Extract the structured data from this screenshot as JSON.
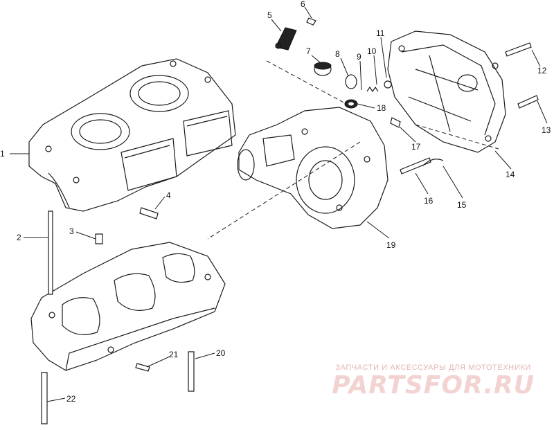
{
  "diagram": {
    "callouts": [
      {
        "id": "1",
        "label": "1"
      },
      {
        "id": "2",
        "label": "2"
      },
      {
        "id": "3",
        "label": "3"
      },
      {
        "id": "4",
        "label": "4"
      },
      {
        "id": "5",
        "label": "5"
      },
      {
        "id": "6",
        "label": "6"
      },
      {
        "id": "7",
        "label": "7"
      },
      {
        "id": "8",
        "label": "8"
      },
      {
        "id": "9",
        "label": "9"
      },
      {
        "id": "10",
        "label": "10"
      },
      {
        "id": "11",
        "label": "11"
      },
      {
        "id": "12",
        "label": "12"
      },
      {
        "id": "13",
        "label": "13"
      },
      {
        "id": "14",
        "label": "14"
      },
      {
        "id": "15",
        "label": "15"
      },
      {
        "id": "16",
        "label": "16"
      },
      {
        "id": "17",
        "label": "17"
      },
      {
        "id": "18",
        "label": "18"
      },
      {
        "id": "19",
        "label": "19"
      },
      {
        "id": "20",
        "label": "20"
      },
      {
        "id": "21",
        "label": "21"
      },
      {
        "id": "22",
        "label": "22"
      }
    ]
  },
  "watermark": {
    "caption": "ЗАПЧАСТИ И АКСЕССУАРЫ ДЛЯ МОТОТЕХНИКИ",
    "logo_text": "PARTSFOR.RU",
    "color": "#e8b0b0"
  }
}
